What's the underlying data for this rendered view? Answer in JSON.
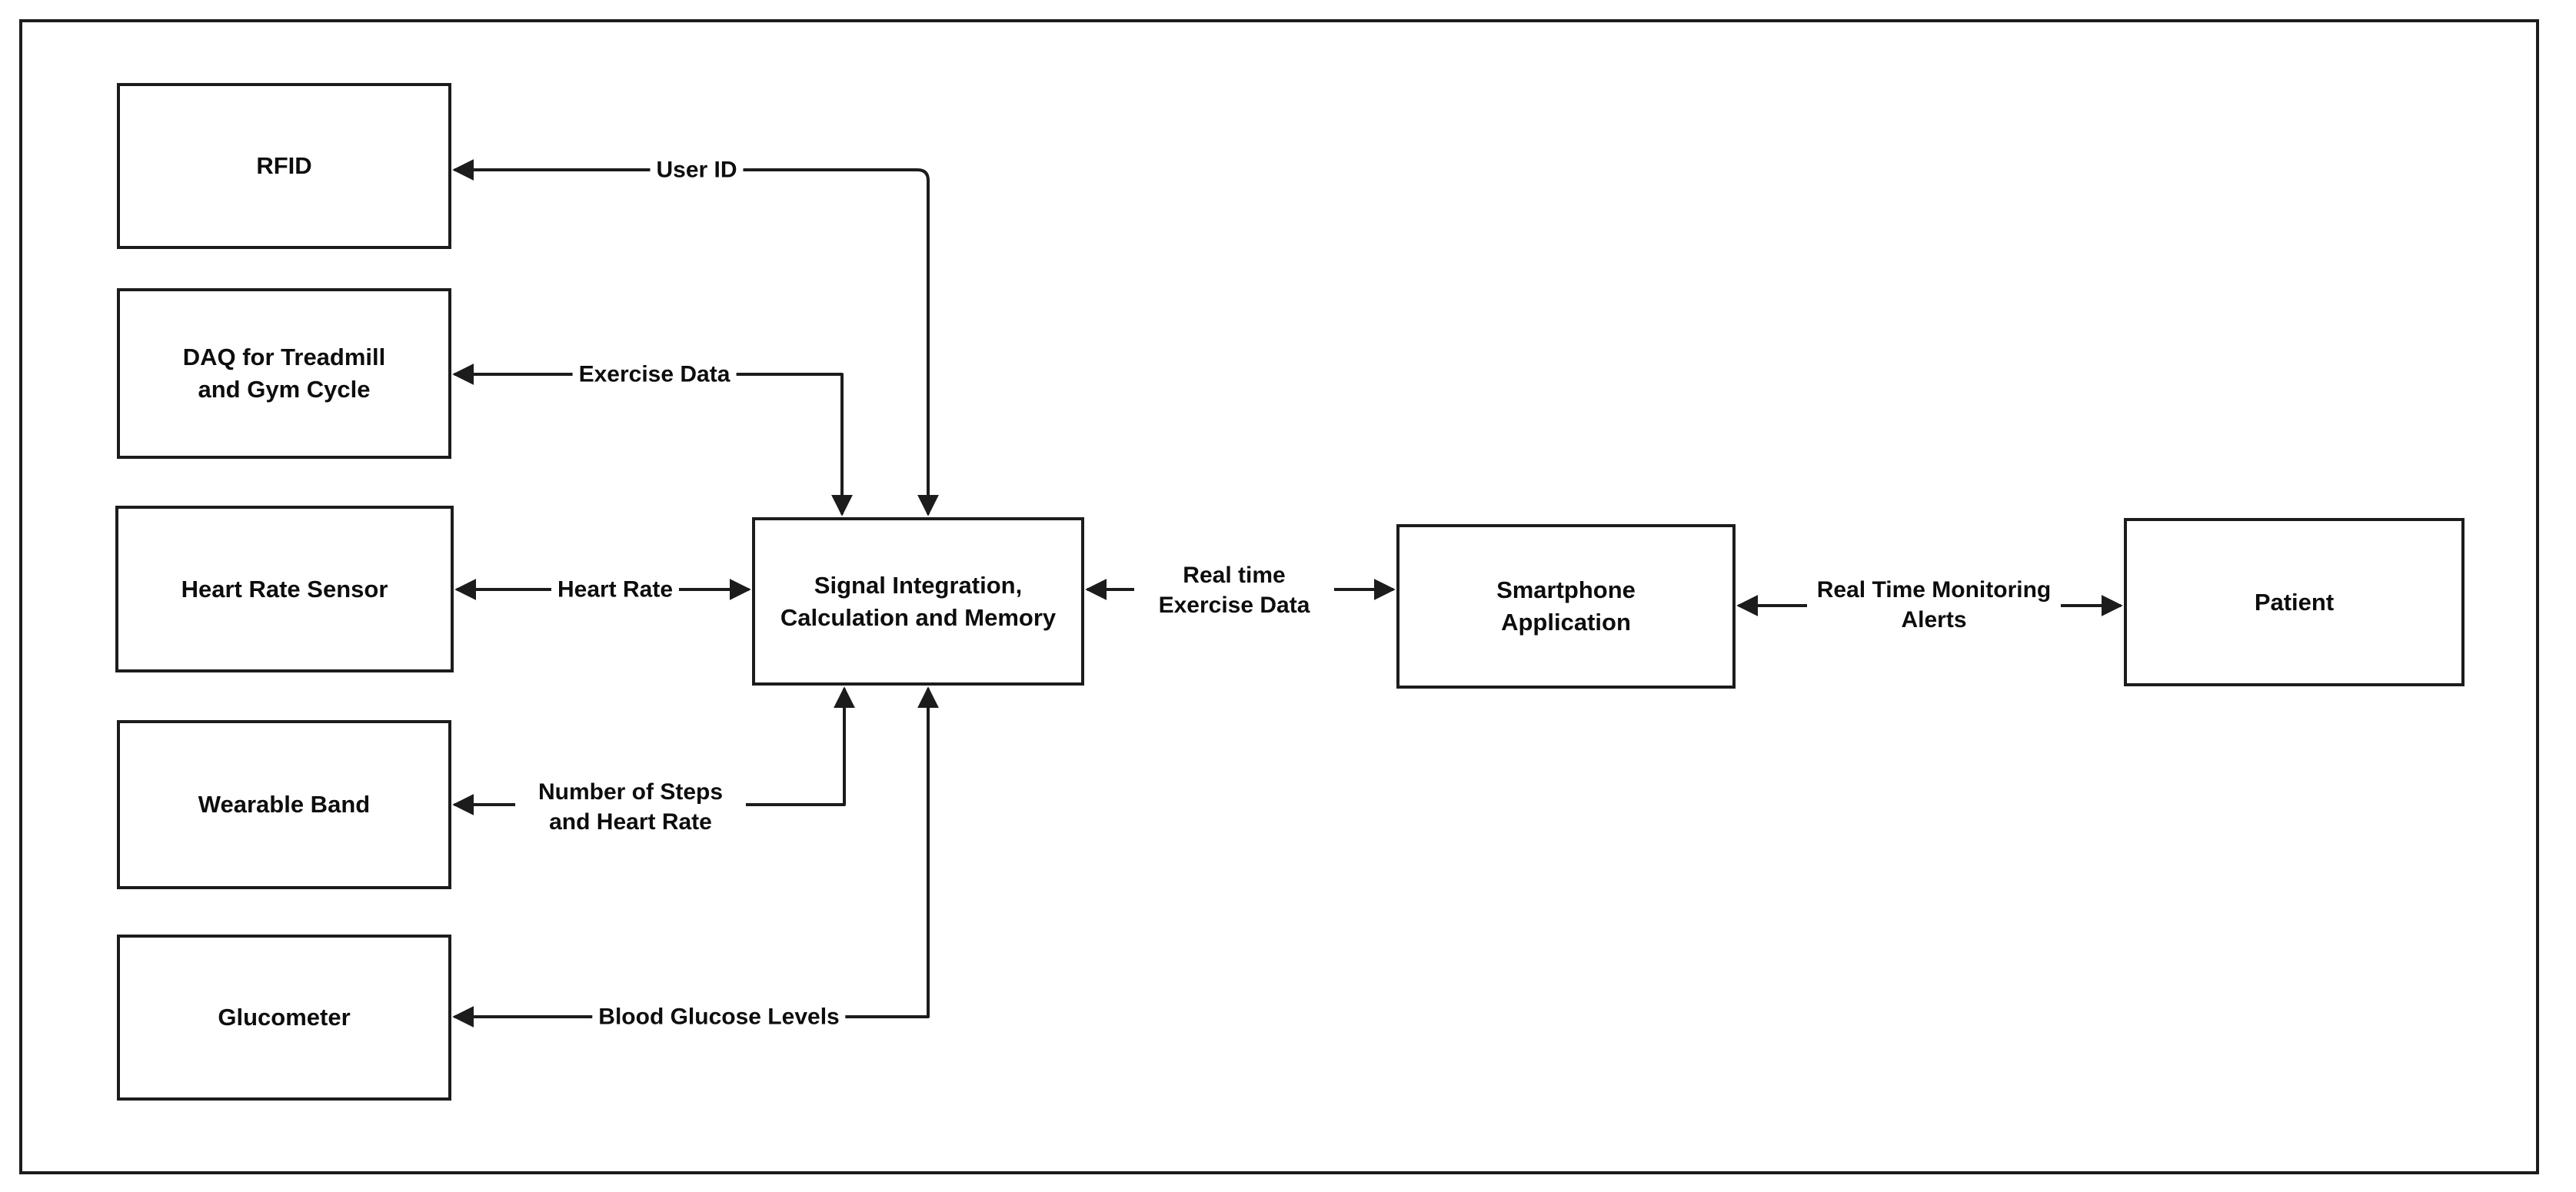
{
  "diagram": {
    "nodes": [
      {
        "id": "rfid",
        "label": "RFID"
      },
      {
        "id": "daq-treadmill-gym-cycle",
        "label": "DAQ for Treadmill and Gym Cycle"
      },
      {
        "id": "heart-rate-sensor",
        "label": "Heart Rate Sensor"
      },
      {
        "id": "wearable-band",
        "label": "Wearable Band"
      },
      {
        "id": "glucometer",
        "label": "Glucometer"
      },
      {
        "id": "signal-integration",
        "label": "Signal Integration, Calculation and Memory"
      },
      {
        "id": "smartphone-application",
        "label": "Smartphone Application"
      },
      {
        "id": "patient",
        "label": "Patient"
      }
    ],
    "edges": [
      {
        "label": "User ID",
        "between": [
          "signal-integration",
          "rfid"
        ],
        "arrows": "both",
        "shape": "elbow"
      },
      {
        "label": "Exercise Data",
        "between": [
          "signal-integration",
          "daq-treadmill-gym-cycle"
        ],
        "arrows": "both",
        "shape": "elbow"
      },
      {
        "label": "Heart Rate",
        "between": [
          "heart-rate-sensor",
          "signal-integration"
        ],
        "arrows": "both",
        "shape": "straight"
      },
      {
        "label": "Number of Steps and Heart Rate",
        "between": [
          "signal-integration",
          "wearable-band"
        ],
        "arrows": "both",
        "shape": "elbow"
      },
      {
        "label": "Blood Glucose Levels",
        "between": [
          "signal-integration",
          "glucometer"
        ],
        "arrows": "both",
        "shape": "elbow"
      },
      {
        "label": "Real time Exercise Data",
        "between": [
          "signal-integration",
          "smartphone-application"
        ],
        "arrows": "both",
        "shape": "straight"
      },
      {
        "label": "Real Time Monitoring Alerts",
        "between": [
          "smartphone-application",
          "patient"
        ],
        "arrows": "both",
        "shape": "straight"
      }
    ],
    "colors": {
      "line": "#1c1c1c",
      "box_border": "#1c1c1c",
      "box_fill": "#ffffff",
      "background": "#ffffff",
      "text": "#0d0d0d"
    }
  }
}
